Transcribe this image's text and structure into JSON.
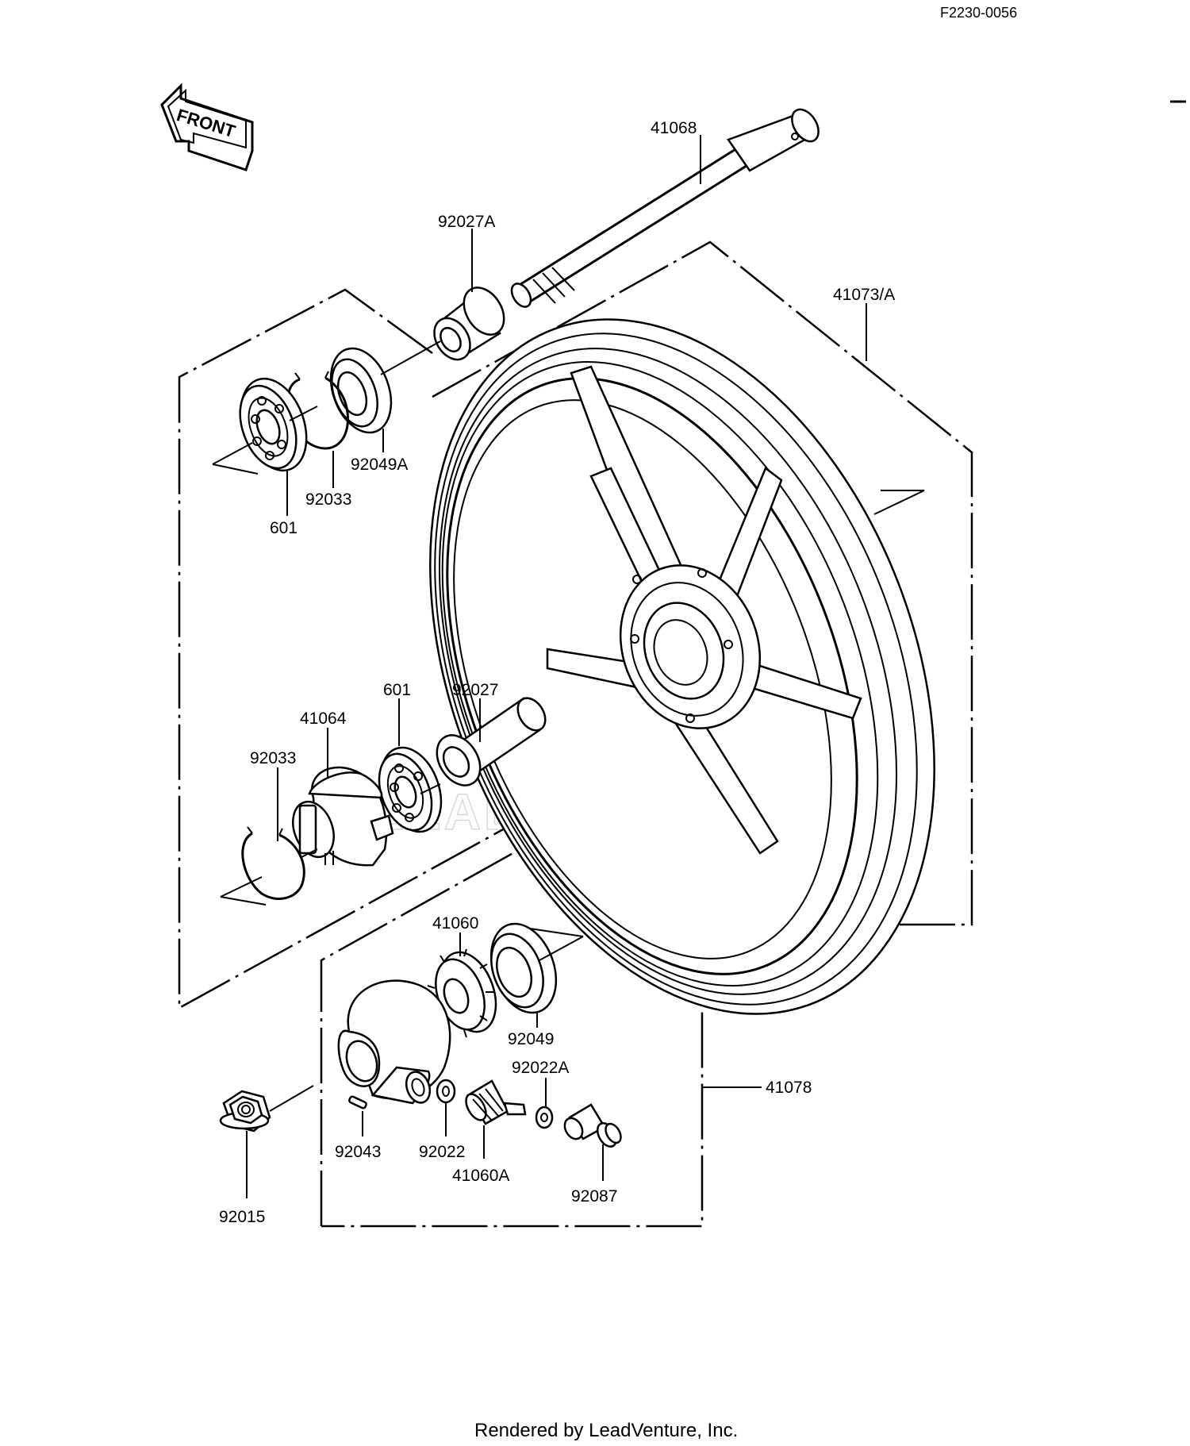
{
  "drawing_code": "F2230-0056",
  "front_label": "FRONT",
  "footer": "Rendered by LeadVenture, Inc.",
  "watermark": "LEADVENTURE",
  "parts": {
    "p41068": "41068",
    "p92027A": "92027A",
    "p41073A": "41073/A",
    "p92049A": "92049A",
    "p92033_top": "92033",
    "p601_top": "601",
    "p92027": "92027",
    "p601_mid": "601",
    "p41064": "41064",
    "p92033_mid": "92033",
    "p41060": "41060",
    "p92049": "92049",
    "p92022A": "92022A",
    "p41078": "41078",
    "p92043": "92043",
    "p92022": "92022",
    "p41060A": "41060A",
    "p92087": "92087",
    "p92015": "92015"
  },
  "icons": [
    "front-arrow-icon"
  ]
}
